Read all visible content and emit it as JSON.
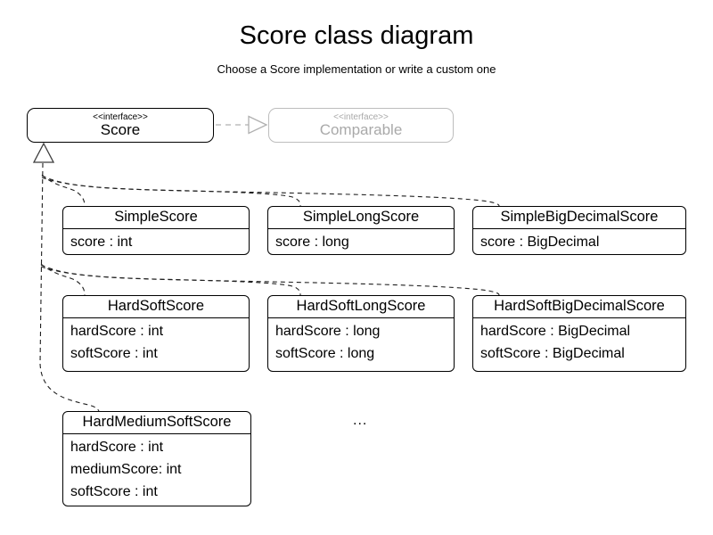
{
  "page": {
    "title": "Score class diagram",
    "subtitle": "Choose a Score implementation or write a custom one"
  },
  "interfaces": {
    "score": {
      "stereotype": "<<interface>>",
      "name": "Score"
    },
    "comparable": {
      "stereotype": "<<interface>>",
      "name": "Comparable"
    }
  },
  "classes": [
    {
      "name": "SimpleScore",
      "attrs": [
        "score : int"
      ]
    },
    {
      "name": "SimpleLongScore",
      "attrs": [
        "score : long"
      ]
    },
    {
      "name": "SimpleBigDecimalScore",
      "attrs": [
        "score : BigDecimal"
      ]
    },
    {
      "name": "HardSoftScore",
      "attrs": [
        "hardScore : int",
        "softScore : int"
      ]
    },
    {
      "name": "HardSoftLongScore",
      "attrs": [
        "hardScore : long",
        "softScore : long"
      ]
    },
    {
      "name": "HardSoftBigDecimalScore",
      "attrs": [
        "hardScore : BigDecimal",
        "softScore : BigDecimal"
      ]
    },
    {
      "name": "HardMediumSoftScore",
      "attrs": [
        "hardScore : int",
        "mediumScore: int",
        "softScore : int"
      ]
    }
  ],
  "ellipsis": "...",
  "relations": {
    "realization": "Score ..|> Comparable",
    "generalization": "implementations ..|> Score"
  },
  "colors": {
    "line": "#1f1f1f",
    "box_border": "#000000",
    "muted_text": "#a9a9a9",
    "muted_border": "#bdbdbd",
    "background": "#ffffff"
  }
}
